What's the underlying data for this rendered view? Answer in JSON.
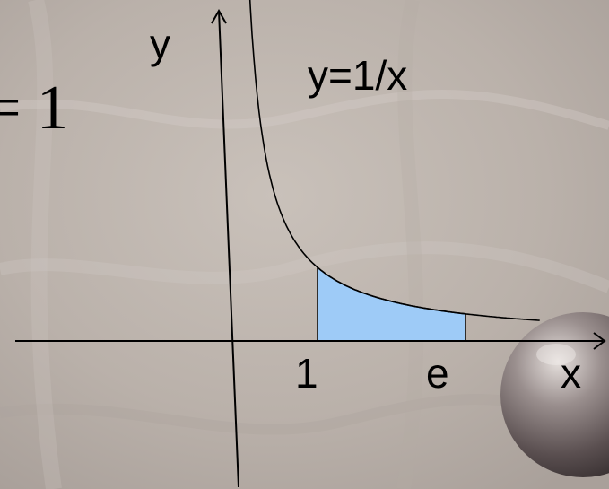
{
  "slide": {
    "equation_fragment": "= 1",
    "y_axis_label": "y",
    "x_axis_label": "x",
    "curve_label": "y=1/x",
    "tick_one": "1",
    "tick_e": "e"
  },
  "colors": {
    "background": "#bfb6af",
    "shaded_region": "#9ecbf7",
    "lines": "#000000"
  },
  "decorations": {
    "marble_texture": "stone-texture",
    "sphere": "metal-sphere"
  },
  "chart_data": {
    "type": "area",
    "function": "y=1/x",
    "shaded_interval": [
      1,
      2.718281828
    ],
    "x_ticks": [
      "1",
      "e"
    ],
    "xlabel": "x",
    "ylabel": "y"
  }
}
